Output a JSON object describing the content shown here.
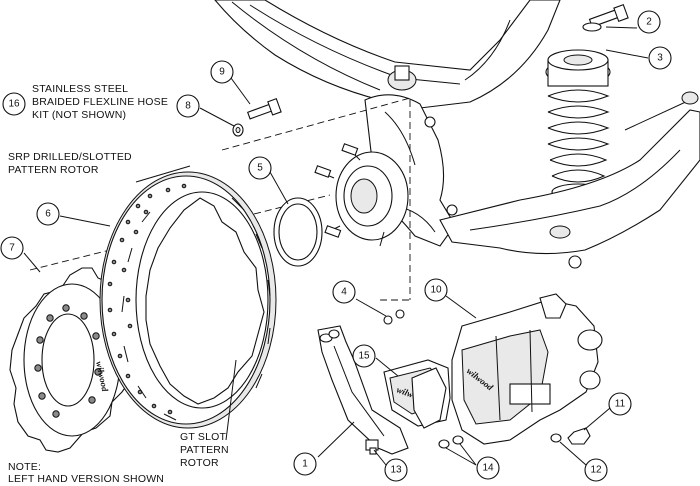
{
  "notes": {
    "flexline_lines": [
      "STAINLESS STEEL",
      "BRAIDED FLEXLINE HOSE",
      "KIT (NOT SHOWN)"
    ],
    "flexline_number": "16",
    "rotor_srp_lines": [
      "SRP DRILLED/SLOTTED",
      "PATTERN ROTOR"
    ],
    "rotor_gt_lines": [
      "GT SLOT",
      "PATTERN",
      "ROTOR"
    ],
    "note_lines": [
      "NOTE:",
      "LEFT HAND VERSION SHOWN"
    ]
  },
  "brand": "wilwood",
  "callouts": [
    {
      "id": "c1",
      "number": "1"
    },
    {
      "id": "c2",
      "number": "2"
    },
    {
      "id": "c3",
      "number": "3"
    },
    {
      "id": "c4",
      "number": "4"
    },
    {
      "id": "c5",
      "number": "5"
    },
    {
      "id": "c6",
      "number": "6"
    },
    {
      "id": "c7",
      "number": "7"
    },
    {
      "id": "c8",
      "number": "8"
    },
    {
      "id": "c9",
      "number": "9"
    },
    {
      "id": "c10",
      "number": "10"
    },
    {
      "id": "c11",
      "number": "11"
    },
    {
      "id": "c12",
      "number": "12"
    },
    {
      "id": "c13",
      "number": "13"
    },
    {
      "id": "c14",
      "number": "14"
    },
    {
      "id": "c15",
      "number": "15"
    }
  ]
}
